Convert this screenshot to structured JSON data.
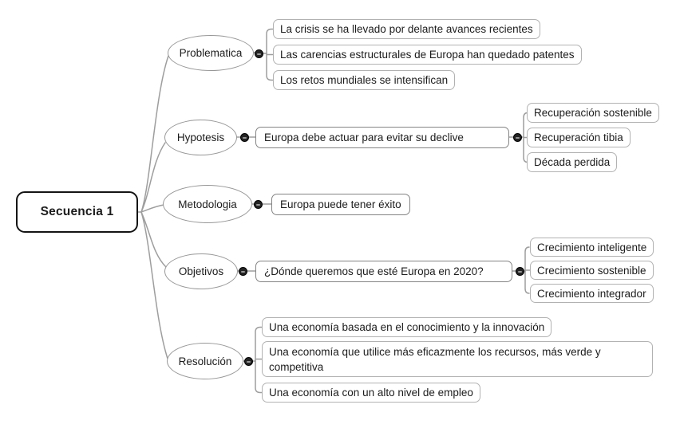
{
  "root": {
    "label": "Secuencia 1"
  },
  "branches": [
    {
      "label": "Problematica",
      "children": [
        {
          "text": "La crisis se ha llevado por delante avances recientes"
        },
        {
          "text": "Las carencias estructurales de Europa han quedado patentes"
        },
        {
          "text": "Los retos mundiales se intensifican"
        }
      ]
    },
    {
      "label": "Hypotesis",
      "main": {
        "text": "Europa debe actuar para evitar su declive"
      },
      "children": [
        {
          "text": "Recuperación sostenible"
        },
        {
          "text": "Recuperación tibia"
        },
        {
          "text": "Década perdida"
        }
      ]
    },
    {
      "label": "Metodologia",
      "main": {
        "text": "Europa puede tener éxito"
      }
    },
    {
      "label": "Objetivos",
      "main": {
        "text": "¿Dónde queremos que esté Europa en 2020?"
      },
      "children": [
        {
          "text": "Crecimiento inteligente"
        },
        {
          "text": "Crecimiento sostenible"
        },
        {
          "text": "Crecimiento integrador"
        }
      ]
    },
    {
      "label": "Resolución",
      "children": [
        {
          "text": "Una economía basada en el conocimiento y la innovación"
        },
        {
          "text": "Una economía que utilice más eficazmente los recursos, más verde y competitiva"
        },
        {
          "text": "Una economía con un alto nivel de empleo"
        }
      ]
    }
  ],
  "colors": {
    "connector": "#9e9e9e",
    "leaf_border": "#b2b2b2",
    "main_border": "#848484",
    "root_border": "#141414",
    "toggle_fill": "#242424",
    "text": "#1c1c1c"
  }
}
